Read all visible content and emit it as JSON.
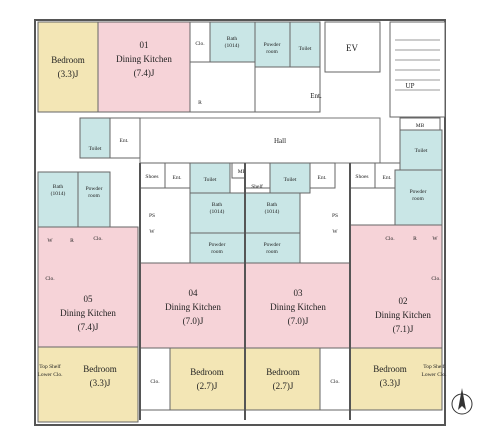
{
  "units": {
    "u01": {
      "number": "01",
      "kitchen": "Dining Kitchen",
      "kitchen_size": "(7.4)J",
      "bedroom": "Bedroom",
      "bedroom_size": "(3.3)J"
    },
    "u02": {
      "number": "02",
      "kitchen": "Dining Kitchen",
      "kitchen_size": "(7.1)J",
      "bedroom": "Bedroom",
      "bedroom_size": "(3.3)J"
    },
    "u03": {
      "number": "03",
      "kitchen": "Dining Kitchen",
      "kitchen_size": "(7.0)J",
      "bedroom": "Bedroom",
      "bedroom_size": "(2.7)J"
    },
    "u04": {
      "number": "04",
      "kitchen": "Dining Kitchen",
      "kitchen_size": "(7.0)J",
      "bedroom": "Bedroom",
      "bedroom_size": "(2.7)J"
    },
    "u05": {
      "number": "05",
      "kitchen": "Dining Kitchen",
      "kitchen_size": "(7.4)J",
      "bedroom": "Bedroom",
      "bedroom_size": "(3.3)J"
    }
  },
  "labels": {
    "cl": "Clo.",
    "toilet": "Toilet",
    "powder": "Powder",
    "room": "room",
    "bath": "Bath",
    "bath_size": "(1014)",
    "ps": "PS",
    "ent": "Ent.",
    "w": "W",
    "r": "R",
    "shelf": "Shelf",
    "shoe": "Shoes",
    "clo_small": "Clo",
    "top_shelf": "Top Shelf",
    "lower_clo": "Lower Clo.",
    "ev": "EV",
    "hall": "Hall",
    "mb": "MB",
    "up": "UP"
  },
  "colors": {
    "kitchen": "#f6d3d8",
    "bedroom": "#f3e6b5",
    "wet": "#c9e6e6",
    "service": "#ffffff",
    "wall": "#555555"
  }
}
